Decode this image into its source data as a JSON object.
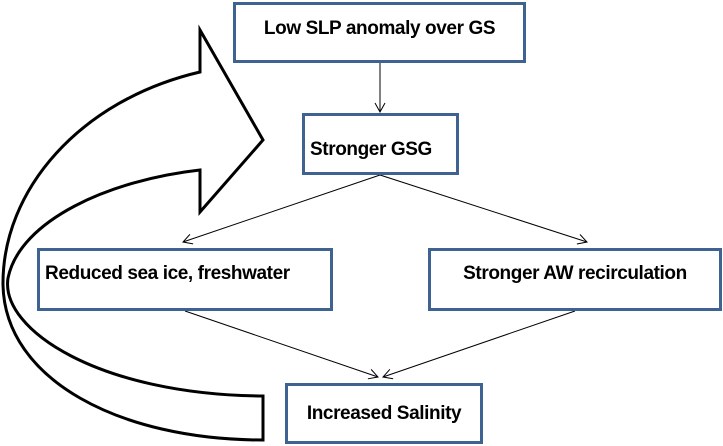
{
  "diagram": {
    "type": "flowchart",
    "nodes": [
      {
        "id": "slp",
        "label": "Low SLP anomaly over GS"
      },
      {
        "id": "gsg",
        "label": "Stronger GSG"
      },
      {
        "id": "ice",
        "label": "Reduced sea ice, freshwater"
      },
      {
        "id": "aw",
        "label": "Stronger AW recirculation"
      },
      {
        "id": "sal",
        "label": "Increased Salinity"
      }
    ],
    "edges": [
      {
        "from": "slp",
        "to": "gsg"
      },
      {
        "from": "gsg",
        "to": "ice"
      },
      {
        "from": "gsg",
        "to": "aw"
      },
      {
        "from": "ice",
        "to": "sal"
      },
      {
        "from": "aw",
        "to": "sal"
      },
      {
        "from": "sal",
        "to": "gsg",
        "style": "feedback-curved-block-arrow"
      }
    ],
    "colors": {
      "box_border": "#3e6391",
      "text": "#000000",
      "arrow": "#000000",
      "background": "#ffffff"
    }
  }
}
